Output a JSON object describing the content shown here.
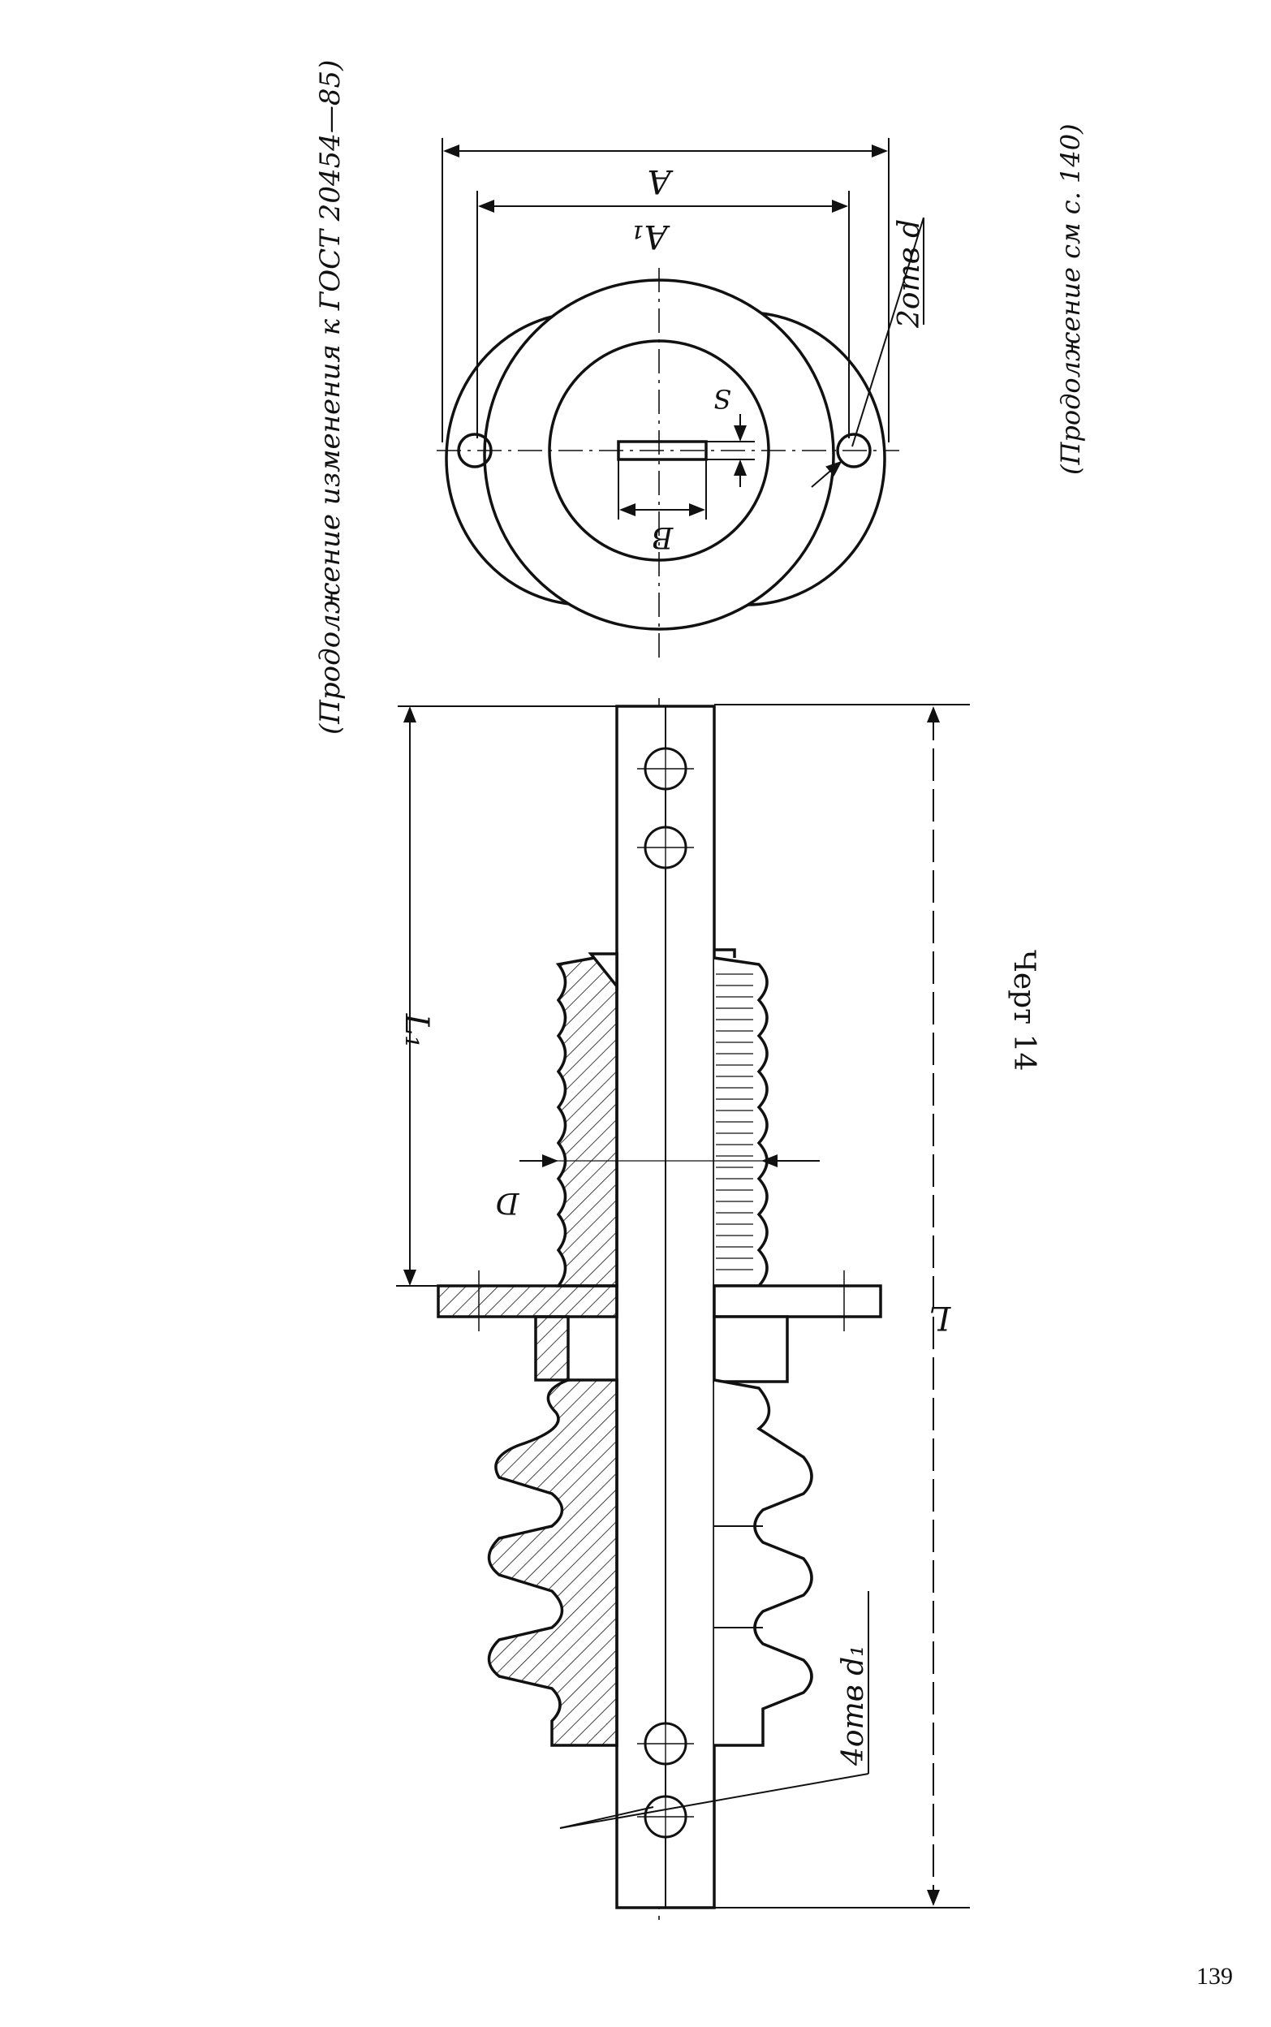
{
  "header_note": "(Продолжение изменения к ГОСТ 20454—85)",
  "footer_note": "(Продолжение см с. 140)",
  "figure_caption": "Черт 14",
  "page_number": "139",
  "dimensions": {
    "A": "A",
    "A1": "A₁",
    "holes_2": "2отв d",
    "B": "B",
    "S": "S",
    "L1": "L₁",
    "L": "L",
    "D": "D",
    "holes_4": "4отв d₁"
  }
}
